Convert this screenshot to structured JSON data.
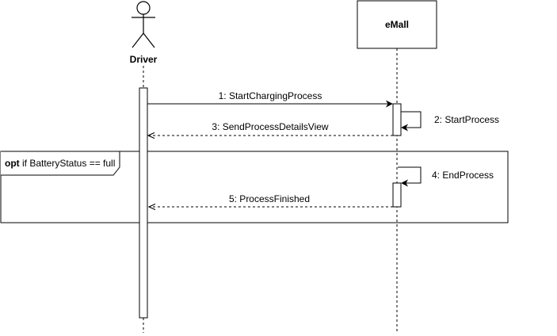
{
  "participants": {
    "driver": {
      "label": "Driver",
      "kind": "actor"
    },
    "emall": {
      "label": "eMall",
      "kind": "object"
    }
  },
  "messages": [
    {
      "label": "1:  StartChargingProcess",
      "type": "sync"
    },
    {
      "label": "2:  StartProcess",
      "type": "self"
    },
    {
      "label": "3:  SendProcessDetailsView",
      "type": "return"
    },
    {
      "label": "4: EndProcess",
      "type": "self"
    },
    {
      "label": "5:  ProcessFinished",
      "type": "return"
    }
  ],
  "fragment": {
    "keyword": "opt",
    "guard": " if BatteryStatus == full"
  },
  "colors": {
    "line": "#000000",
    "fill": "#ffffff"
  }
}
